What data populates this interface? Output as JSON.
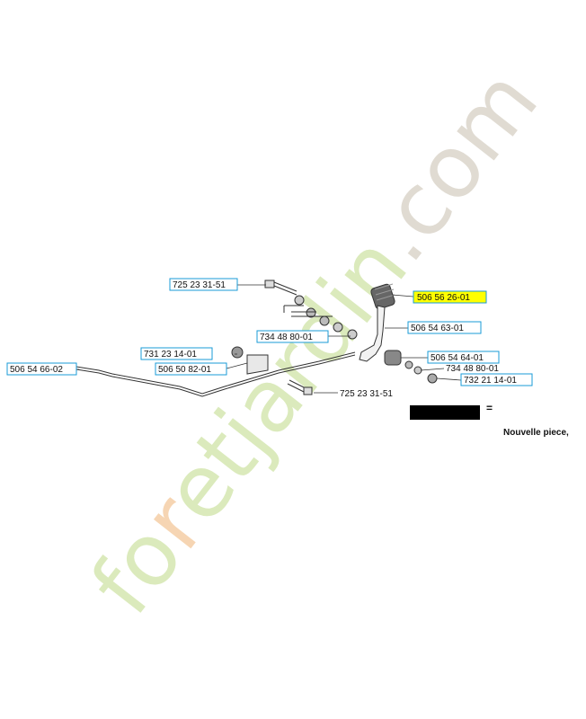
{
  "diagram": {
    "parts": [
      {
        "id": "p1",
        "label": "725 23 31-51",
        "highlighted": false
      },
      {
        "id": "p2",
        "label": "506 56 26-01",
        "highlighted": true
      },
      {
        "id": "p3",
        "label": "506 54 63-01",
        "highlighted": false
      },
      {
        "id": "p4",
        "label": "734 48 80-01",
        "highlighted": false
      },
      {
        "id": "p5",
        "label": "731 23 14-01",
        "highlighted": false
      },
      {
        "id": "p6",
        "label": "506 50 82-01",
        "highlighted": false
      },
      {
        "id": "p7",
        "label": "506 54 66-02",
        "highlighted": false
      },
      {
        "id": "p8",
        "label": "506 54 64-01",
        "highlighted": false
      },
      {
        "id": "p9",
        "label": "734 48 80-01",
        "highlighted": false
      },
      {
        "id": "p10",
        "label": "732 21 14-01",
        "highlighted": false
      },
      {
        "id": "p11",
        "label": "725 23 31-51",
        "highlighted": false
      }
    ],
    "legend": {
      "equals": "=",
      "note": "Nouvelle piece,"
    },
    "watermark": {
      "text": "foretjardin.com"
    },
    "colors": {
      "label_box_border": "#1a9bd7",
      "highlight_fill": "#ffff00",
      "watermark": "#cfe3a6"
    }
  }
}
